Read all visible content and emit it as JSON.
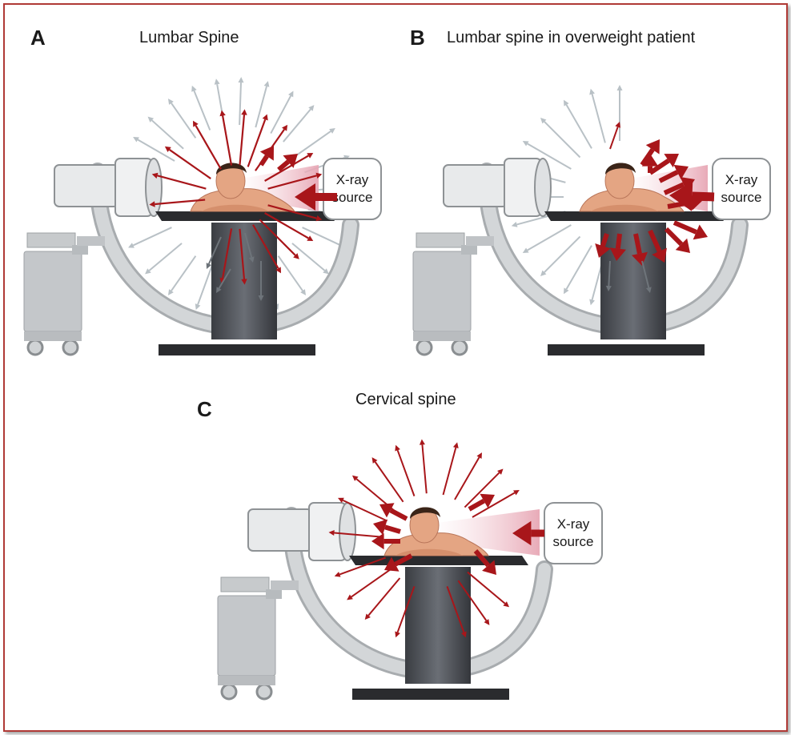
{
  "panels": [
    {
      "letter": "A",
      "title": "Lumbar Spine",
      "source_line1": "X-ray",
      "source_line2": "source"
    },
    {
      "letter": "B",
      "title": "Lumbar spine in overweight patient",
      "source_line1": "X-ray",
      "source_line2": "source"
    },
    {
      "letter": "C",
      "title": "Cervical spine",
      "source_line1": "X-ray",
      "source_line2": "source"
    }
  ],
  "colors": {
    "frame_border": "#b03a36",
    "scatter_strong": "#a8161a",
    "scatter_weak": "#b9c1c6",
    "scatter_table": "#6e747a",
    "column": "#4a4d53",
    "table": "#2a2b2e",
    "c_arm": "#d3d6d8",
    "skin": "#e4a583",
    "hair": "#3a2418"
  },
  "icons": [
    "c-arm-icon",
    "x-ray-source-icon",
    "detector-icon",
    "patient-icon",
    "operating-table-icon",
    "scatter-arrow-icon"
  ]
}
